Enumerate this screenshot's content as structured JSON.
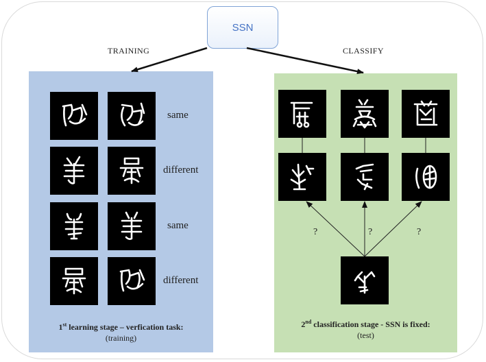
{
  "model": {
    "name": "SSN"
  },
  "training": {
    "heading": "TRAINING",
    "pairs": [
      {
        "label": "same",
        "left_glyph": "glyph-a",
        "right_glyph": "glyph-a-variant"
      },
      {
        "label": "different",
        "left_glyph": "glyph-b",
        "right_glyph": "glyph-c"
      },
      {
        "label": "same",
        "left_glyph": "glyph-b-variant",
        "right_glyph": "glyph-b"
      },
      {
        "label": "different",
        "left_glyph": "glyph-c-variant",
        "right_glyph": "glyph-a"
      }
    ],
    "caption": {
      "ordinal_num": "1",
      "ordinal_sup": "st",
      "title_rest": " learning stage  –  verfication task:",
      "subtitle": "(training)"
    }
  },
  "classify": {
    "heading": "CLASSIFY",
    "question_mark": "?",
    "caption": {
      "ordinal_num": "2",
      "ordinal_sup": "nd",
      "title_rest": " classification stage  - SSN is fixed:",
      "subtitle": "(test)"
    }
  },
  "colors": {
    "training_panel": "#b4c9e6",
    "classify_panel": "#c6e0b4",
    "ssn_text": "#4472c4",
    "glyph_background": "#000000",
    "glyph_stroke": "#ffffff"
  }
}
